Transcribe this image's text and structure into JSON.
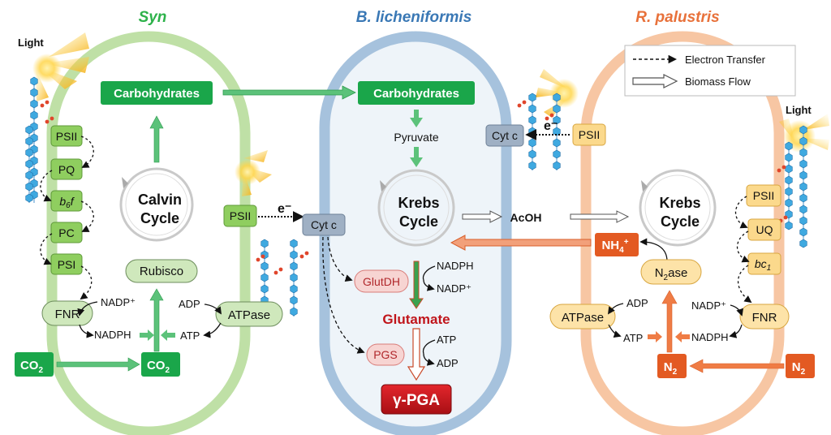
{
  "titles": {
    "syn": "Syn",
    "bacillus": "B. licheniformis",
    "rhodo": "R. palustris"
  },
  "light": {
    "left": "Light",
    "right": "Light"
  },
  "legend": {
    "electron": "Electron Transfer",
    "biomass": "Biomass Flow"
  },
  "syn": {
    "carbohydrates": "Carbohydrates",
    "psii": "PSII",
    "pq": "PQ",
    "b6f_main": "b",
    "b6f_sub": "6",
    "b6f_tail": "f",
    "pc": "PC",
    "psi": "PSI",
    "fnr": "FNR",
    "nadp_plus": "NADP⁺",
    "nadph": "NADPH",
    "calvin_1": "Calvin",
    "calvin_2": "Cycle",
    "rubisco": "Rubisco",
    "adp": "ADP",
    "atp": "ATP",
    "atpase": "ATPase",
    "co2_out_main": "CO",
    "co2_out_sub": "2",
    "co2_in_main": "CO",
    "co2_in_sub": "2"
  },
  "bac": {
    "carbohydrates": "Carbohydrates",
    "pyruvate": "Pyruvate",
    "krebs_1": "Krebs",
    "krebs_2": "Cycle",
    "psii": "PSII",
    "e_minus": "e⁻",
    "cytc": "Cyt c",
    "glutdh": "GlutDH",
    "nadph": "NADPH",
    "nadp_plus": "NADP⁺",
    "glutamate": "Glutamate",
    "pgs": "PGS",
    "atp": "ATP",
    "adp": "ADP",
    "pga": "γ-PGA"
  },
  "rho": {
    "cytc": "Cyt c",
    "e_minus": "e⁻",
    "psii_top": "PSII",
    "acoh": "AcOH",
    "krebs_1": "Krebs",
    "krebs_2": "Cycle",
    "nh4_main": "NH",
    "nh4_sub": "4",
    "nh4_sup": "+",
    "n2ase_main": "N",
    "n2ase_sub": "2",
    "n2ase_tail": "ase",
    "psii": "PSII",
    "uq": "UQ",
    "bc1_main": "bc",
    "bc1_sub": "1",
    "fnr": "FNR",
    "nadp_plus": "NADP⁺",
    "nadph": "NADPH",
    "adp": "ADP",
    "atp": "ATP",
    "atpase": "ATPase",
    "n2_in_main": "N",
    "n2_in_sub": "2",
    "n2_out_main": "N",
    "n2_out_sub": "2"
  },
  "colors": {
    "syn_title": "#2db24a",
    "bac_title": "#3a78b5",
    "rho_title": "#e8713a",
    "dark_green": "#1aa64a",
    "light_green": "#8fce5f",
    "red_brand": "#c0151b",
    "orange_box": "#e35a22",
    "peach": "#fbd98c"
  }
}
